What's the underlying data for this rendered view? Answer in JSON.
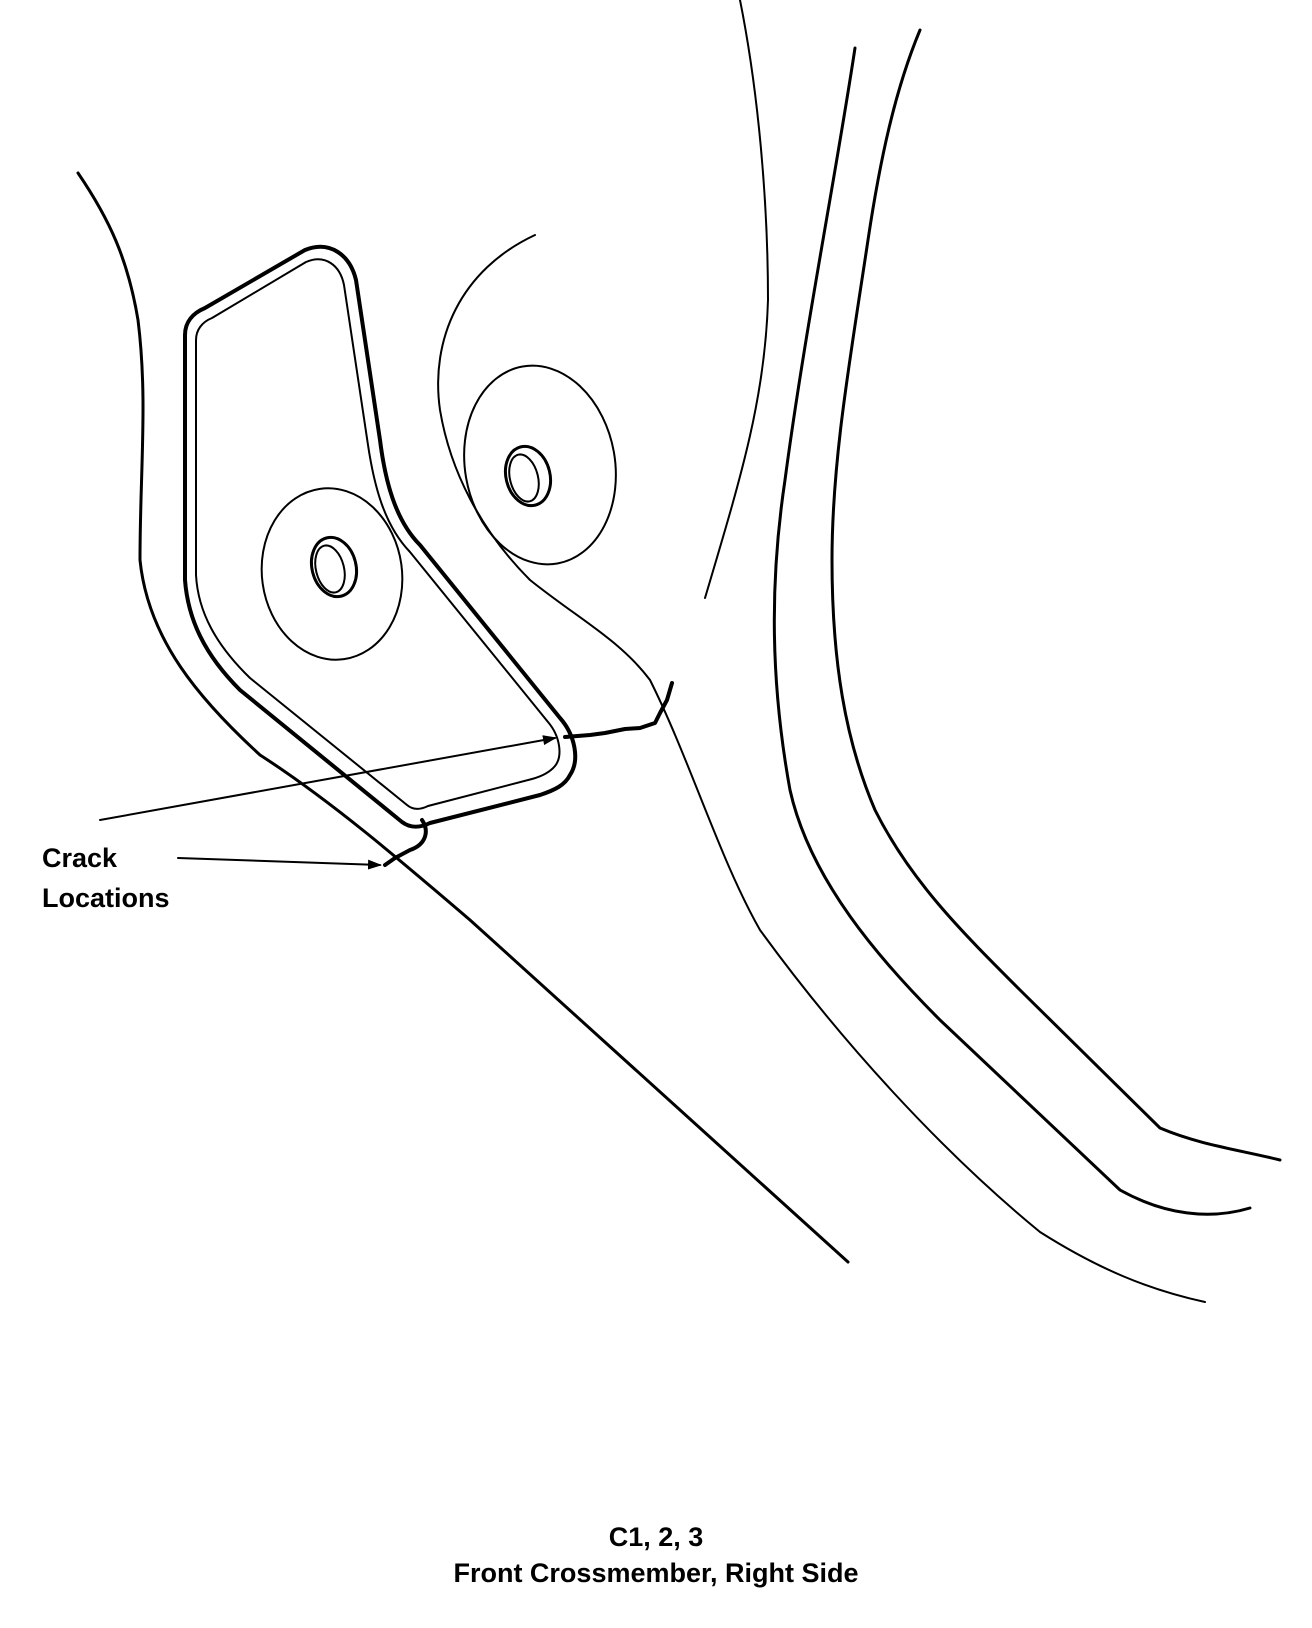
{
  "callout": {
    "line1": "Crack",
    "line2": "Locations"
  },
  "caption": {
    "figure_id": "C1, 2, 3",
    "title": "Front Crossmember, Right Side"
  }
}
